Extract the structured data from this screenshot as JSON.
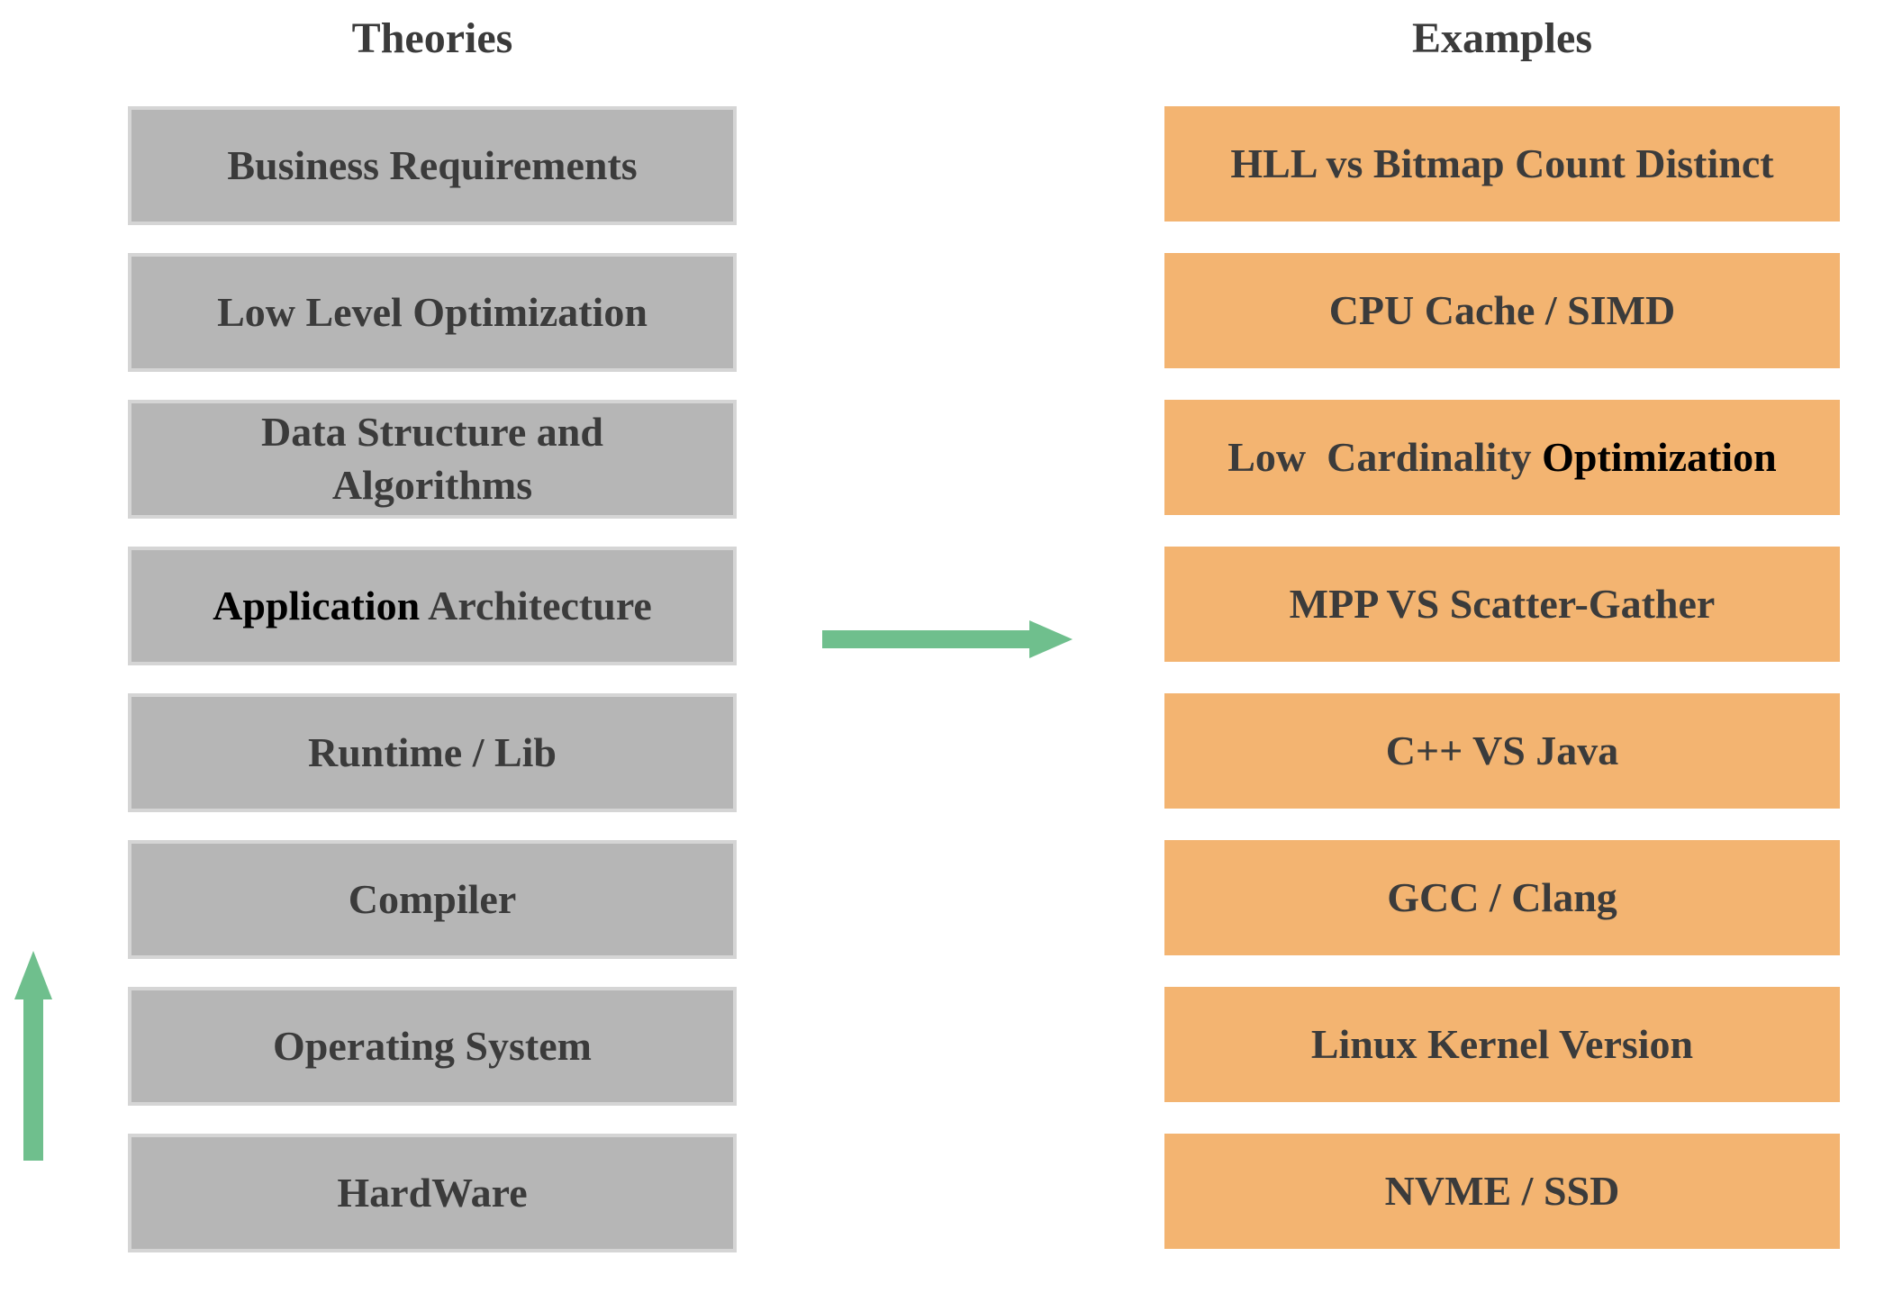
{
  "colors": {
    "gray_box_fill": "#b6b6b6",
    "gray_box_border": "#d5d5d5",
    "orange_box_fill": "#f3b471",
    "arrow_green": "#6fbf8d",
    "text_gray": "#3b3b3b",
    "text_black": "#000000",
    "background": "#ffffff"
  },
  "icons": {
    "right_arrow": "right-arrow",
    "up_arrow": "up-arrow"
  },
  "theories": {
    "title": "Theories",
    "boxes": [
      {
        "label": "Business Requirements"
      },
      {
        "label": "Low Level Optimization"
      },
      {
        "label": "Data Structure and\nAlgorithms"
      },
      {
        "label": "Application Architecture",
        "segments": [
          {
            "text": "Application",
            "color": "black"
          },
          {
            "text": " Architecture",
            "color": "gray"
          }
        ]
      },
      {
        "label": "Runtime / Lib"
      },
      {
        "label": "Compiler"
      },
      {
        "label": "Operating System"
      },
      {
        "label": "HardWare"
      }
    ]
  },
  "examples": {
    "title": "Examples",
    "boxes": [
      {
        "label": "HLL vs Bitmap Count Distinct"
      },
      {
        "label": "CPU Cache / SIMD"
      },
      {
        "label": "Low  Cardinality Optimization",
        "segments": [
          {
            "text": "Low  Cardinality ",
            "color": "gray"
          },
          {
            "text": "Optimization",
            "color": "black"
          }
        ]
      },
      {
        "label": "MPP VS Scatter-Gather"
      },
      {
        "label": "C++ VS Java"
      },
      {
        "label": "GCC / Clang"
      },
      {
        "label": "Linux Kernel Version"
      },
      {
        "label": "NVME / SSD"
      }
    ]
  }
}
